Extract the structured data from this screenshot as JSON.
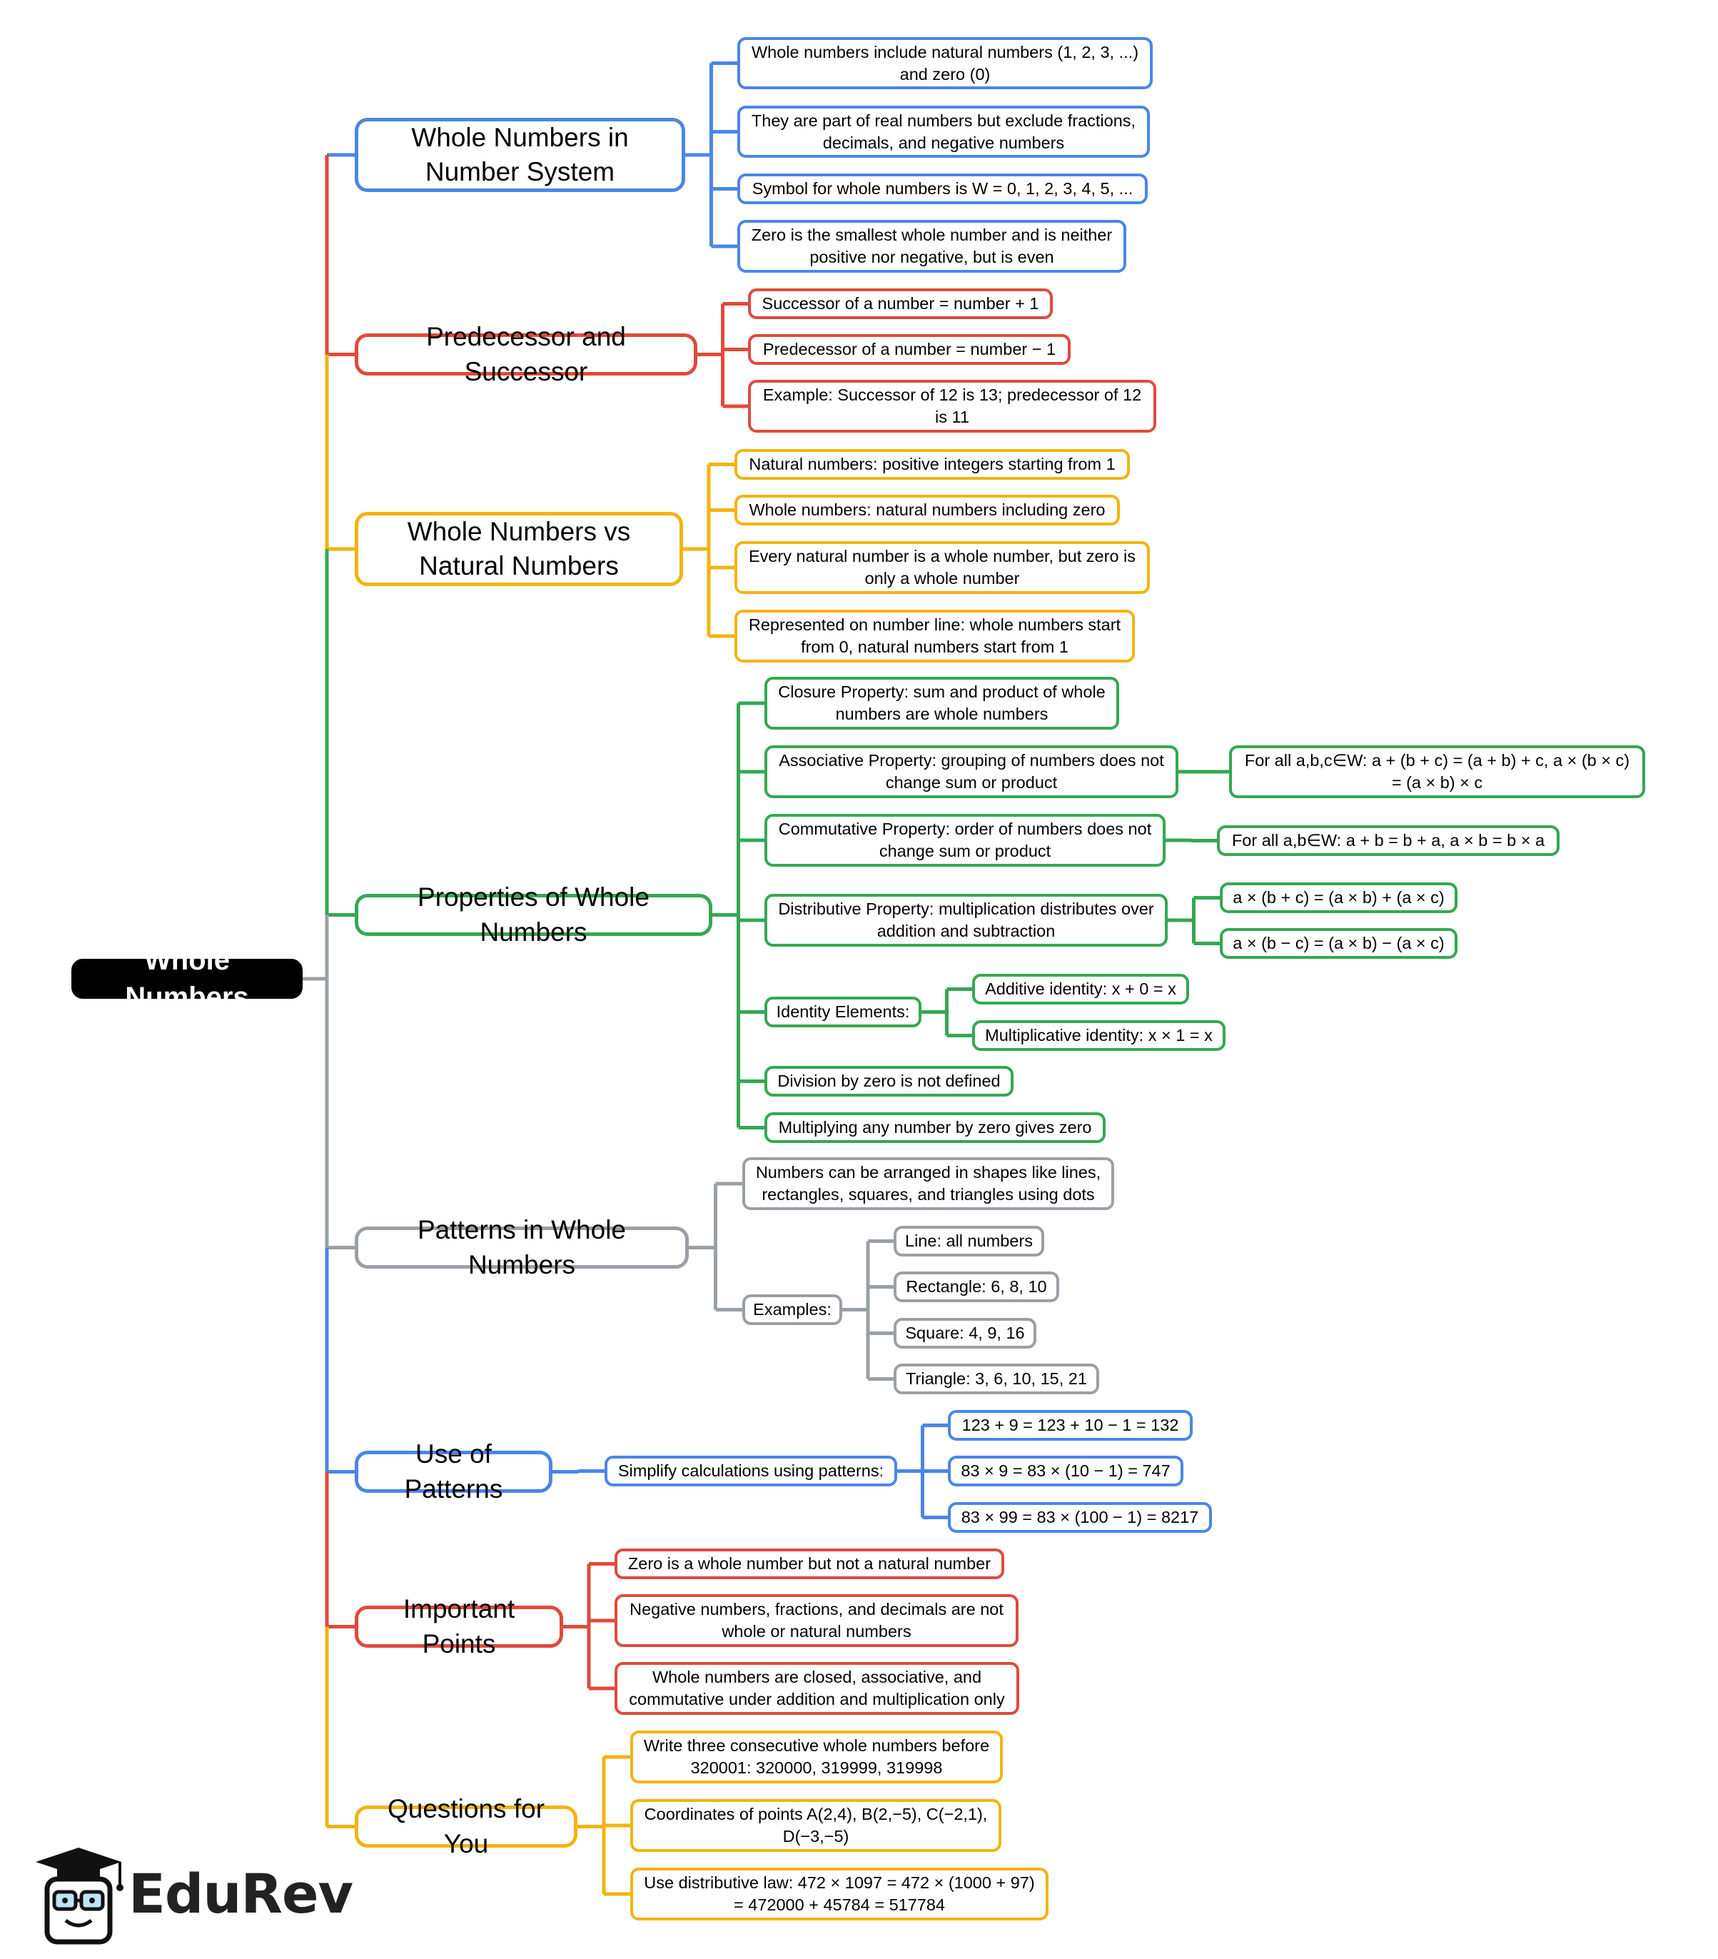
{
  "diagram": {
    "root": "Whole Numbers",
    "colors": {
      "blue": "#4a86e8",
      "red": "#e04a3c",
      "yellow": "#f4b30e",
      "green": "#34a853",
      "gray": "#9aa0a6"
    },
    "branches": [
      {
        "label": "Whole Numbers in Number System",
        "color": "blue",
        "children": [
          "Whole numbers include natural numbers (1, 2, 3, ...) and zero (0)",
          "They are part of real numbers but exclude fractions, decimals, and negative numbers",
          "Symbol for whole numbers is W = 0, 1, 2, 3, 4, 5, ...",
          "Zero is the smallest whole number and is neither positive nor negative, but is even"
        ]
      },
      {
        "label": "Predecessor and Successor",
        "color": "red",
        "children": [
          "Successor of a number = number + 1",
          "Predecessor of a number = number − 1",
          "Example: Successor of 12 is 13; predecessor of 12 is 11"
        ]
      },
      {
        "label": "Whole Numbers vs Natural Numbers",
        "color": "yellow",
        "children": [
          "Natural numbers: positive integers starting from 1",
          "Whole numbers: natural numbers including zero",
          "Every natural number is a whole number, but zero is only a whole number",
          "Represented on number line: whole numbers start from 0, natural numbers start from 1"
        ]
      },
      {
        "label": "Properties of Whole Numbers",
        "color": "green",
        "children": [
          "Closure Property: sum and product of whole numbers are whole numbers",
          "Associative Property: grouping of numbers does not change sum or product",
          "For all a,b,c∈W: a + (b + c) = (a + b) + c, a × (b × c) = (a × b) × c",
          "Commutative Property: order of numbers does not change sum or product",
          "For all a,b∈W: a + b = b + a, a × b = b × a",
          "Distributive Property: multiplication distributes over addition and subtraction",
          "a × (b + c) = (a × b) + (a × c)",
          "a × (b − c) = (a × b) − (a × c)",
          "Identity Elements:",
          "Additive identity: x + 0 = x",
          "Multiplicative identity: x × 1 = x",
          "Division by zero is not defined",
          "Multiplying any number by zero gives zero"
        ]
      },
      {
        "label": "Patterns in Whole Numbers",
        "color": "gray",
        "children": [
          "Numbers can be arranged in shapes like lines, rectangles, squares, and triangles using dots",
          "Examples:",
          "Line: all numbers",
          "Rectangle: 6, 8, 10",
          "Square: 4, 9, 16",
          "Triangle: 3, 6, 10, 15, 21"
        ]
      },
      {
        "label": "Use of Patterns",
        "color": "blue",
        "children": [
          "Simplify calculations using patterns:",
          "123 + 9 = 123 + 10 − 1 = 132",
          "83 × 9 = 83 × (10 − 1) = 747",
          "83 × 99 = 83 × (100 − 1) = 8217"
        ]
      },
      {
        "label": "Important Points",
        "color": "red",
        "children": [
          "Zero is a whole number but not a natural number",
          "Negative numbers, fractions, and decimals are not whole or natural numbers",
          "Whole numbers are closed, associative, and commutative under addition and multiplication only"
        ]
      },
      {
        "label": "Questions for You",
        "color": "yellow",
        "children": [
          "Write three consecutive whole numbers before 320001: 320000, 319999, 319998",
          "Coordinates of points A(2,4), B(2,−5), C(−2,1), D(−3,−5)",
          "Use distributive law: 472 × 1097 = 472 × (1000 + 97) = 472000 + 45784 = 517784"
        ]
      }
    ]
  },
  "logo": {
    "text": "EduRev",
    "icon": "graduation-cap-mascot-icon"
  }
}
